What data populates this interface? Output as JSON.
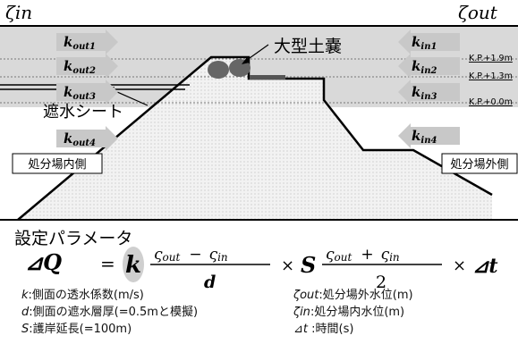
{
  "header": {
    "left": "ζin",
    "right": "ζout"
  },
  "sandbag_label": "大型土嚢",
  "sheet_label": "遮水シート",
  "inner_side": "処分場内側",
  "outer_side": "処分場外側",
  "levels": [
    "K.P.+1.9m",
    "K.P.+1.3m",
    "K.P.+0.0m"
  ],
  "arrows_out": [
    {
      "main": "k",
      "sub": "out1"
    },
    {
      "main": "k",
      "sub": "out2"
    },
    {
      "main": "k",
      "sub": "out3"
    },
    {
      "main": "k",
      "sub": "out4"
    }
  ],
  "arrows_in": [
    {
      "main": "k",
      "sub": "in1"
    },
    {
      "main": "k",
      "sub": "in2"
    },
    {
      "main": "k",
      "sub": "in3"
    },
    {
      "main": "k",
      "sub": "in4"
    }
  ],
  "param_title": "設定パラメータ",
  "formula": {
    "lhs": "⊿Q",
    "eq": "=",
    "k": "k",
    "num1_a": "ς",
    "num1_a_sub": "out",
    "num1_op": "−",
    "num1_b": "ς",
    "num1_b_sub": "in",
    "den1": "d",
    "times1": "×",
    "S": "S",
    "num2_a": "ς",
    "num2_a_sub": "out",
    "num2_op": "+",
    "num2_b": "ς",
    "num2_b_sub": "in",
    "den2": "2",
    "times2": "×",
    "dt": "⊿t"
  },
  "params_left": [
    {
      "sym": "k",
      "text": ":側面の透水係数(m/s)"
    },
    {
      "sym": "d",
      "text": ":側面の遮水層厚(=0.5mと模擬)"
    },
    {
      "sym": "S",
      "text": ":護岸延長(=100m)"
    }
  ],
  "params_right": [
    {
      "sym": "ζout",
      "text": ":処分場外水位(m)"
    },
    {
      "sym": "ζin",
      "text": ":処分場内水位(m)"
    },
    {
      "sym": "⊿t",
      "text": "  :時間(s)"
    }
  ],
  "colors": {
    "water": "#dcdcdc",
    "arrow": "#c8c8c8",
    "line": "#000000",
    "bag": "#666666"
  }
}
